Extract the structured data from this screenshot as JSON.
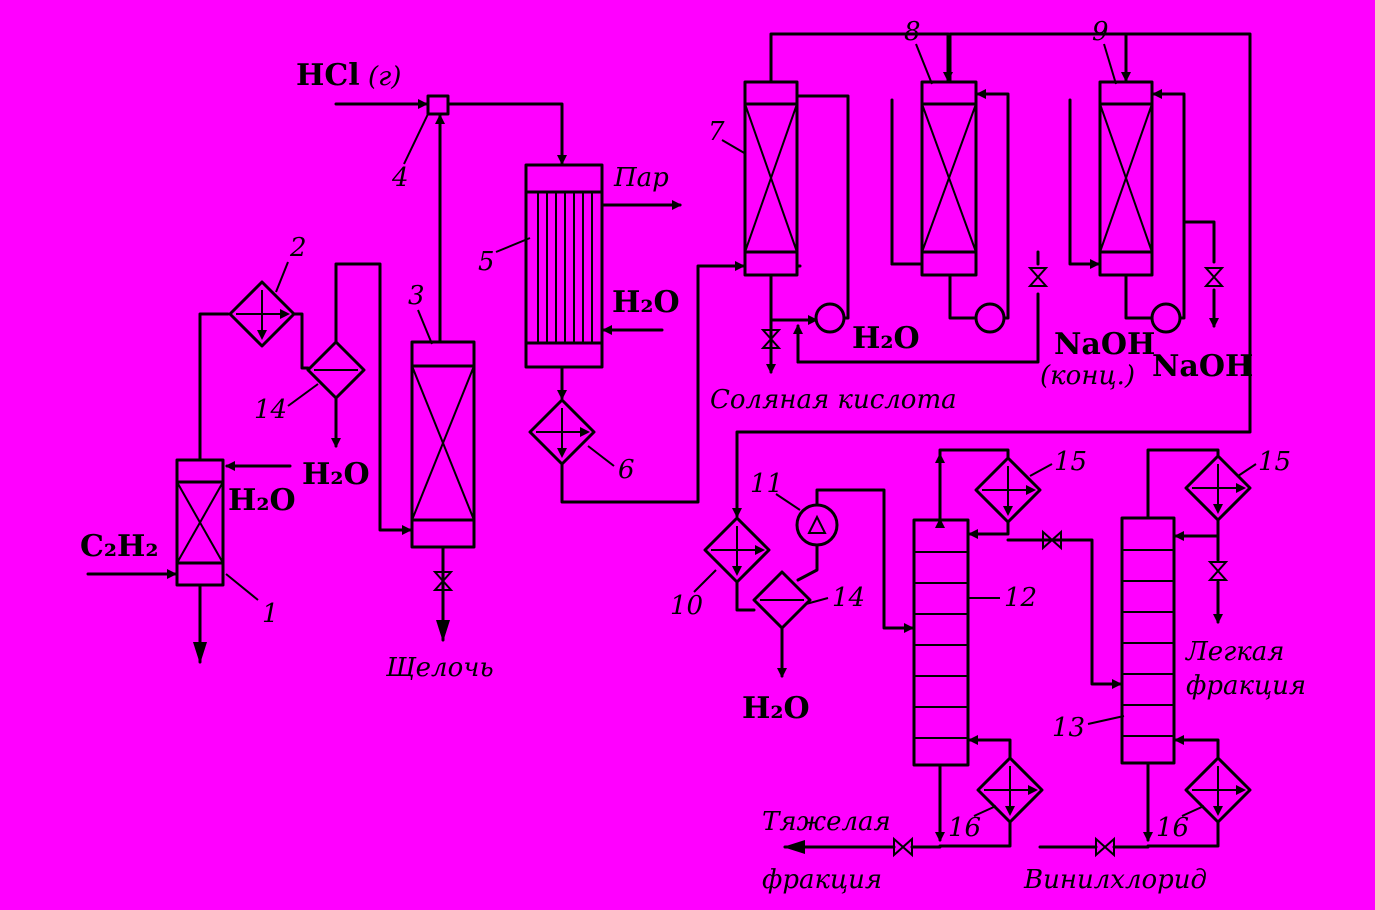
{
  "colors": {
    "background": "#FF00FF",
    "ink": "#000000"
  },
  "labels": {
    "hcl": "HCl",
    "hcl_phase": "(г)",
    "c2h2": "C₂H₂",
    "h2o": "H₂O",
    "steam": "Пар",
    "alkali": "Щелочь",
    "hydrochloric_acid": "Соляная кислота",
    "naoh": "NaOH",
    "naoh_conc": "(конц.)",
    "light_fraction_1": "Легкая",
    "light_fraction_2": "фракция",
    "heavy_fraction_1": "Тяжелая",
    "heavy_fraction_2": "фракция",
    "vinyl_chloride": "Винилхлорид"
  },
  "numbers": [
    "1",
    "2",
    "3",
    "4",
    "5",
    "6",
    "7",
    "8",
    "9",
    "10",
    "11",
    "12",
    "13",
    "14",
    "15",
    "16"
  ]
}
